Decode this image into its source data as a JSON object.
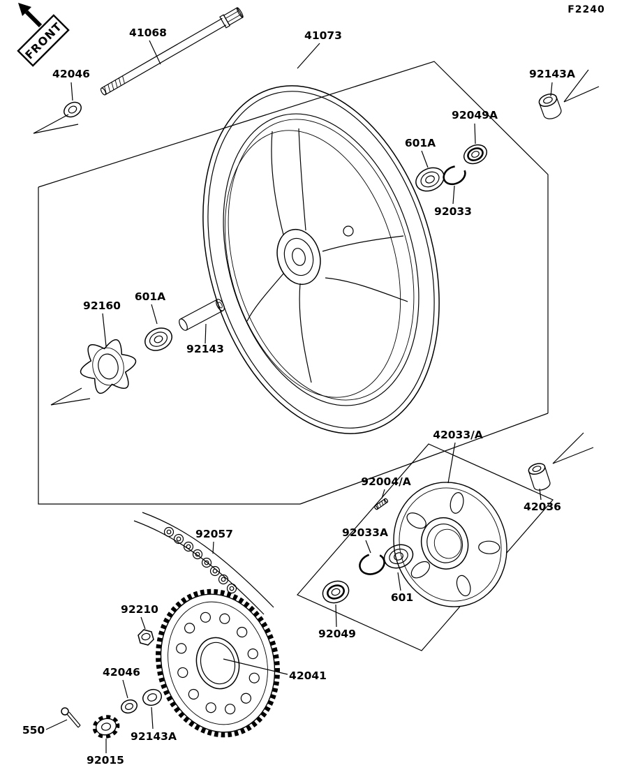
{
  "figure_code": "F2240",
  "front_label": "FRONT",
  "ink_color": "#000000",
  "background_color": "#ffffff",
  "part_labels": [
    "41068",
    "42046",
    "41073",
    "92143A",
    "92049A",
    "601A",
    "92033",
    "92160",
    "601A",
    "92143",
    "42033/A",
    "92004/A",
    "42036",
    "92057",
    "92033A",
    "601",
    "92049",
    "92210",
    "42041",
    "42046",
    "550",
    "92143A",
    "92015"
  ]
}
